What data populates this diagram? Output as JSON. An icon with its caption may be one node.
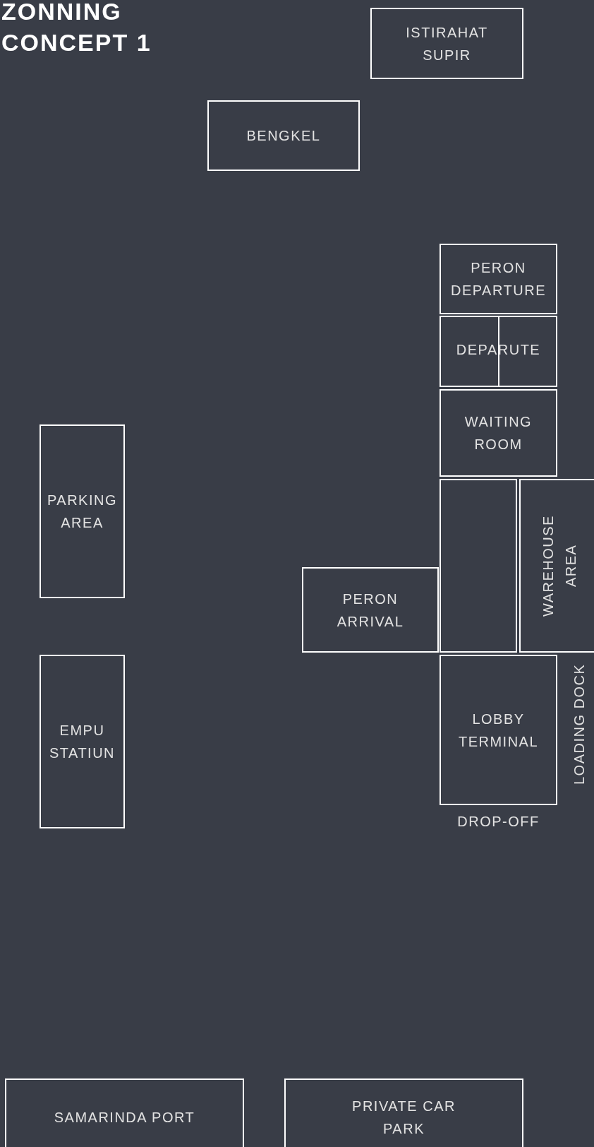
{
  "diagram": {
    "title": "ZONNING CONCEPT 1",
    "nodes": [
      {
        "text": [
          "ISTIRAHAT SUPIR"
        ]
      },
      {
        "text": [
          "BENGKEL"
        ]
      },
      {
        "text": [
          "PERON DEPARTURE"
        ]
      },
      {
        "text": [],
        "shape": "box"
      },
      {
        "text": [],
        "shape": "box"
      },
      {
        "text": [
          "WAITING ROOM"
        ]
      },
      {
        "text": [],
        "shape": "box"
      },
      {
        "text": [
          "WAREHOUSE AREA"
        ]
      },
      {
        "text": [
          "PARKING AREA"
        ]
      },
      {
        "text": [
          "PERON ARRIVAL"
        ]
      },
      {
        "text": [
          "LOBBY TERMINAL"
        ],
        "beside": [
          "DROP-OFF"
        ]
      },
      {
        "text": [
          "EMPU STATIUN"
        ]
      },
      {
        "text": [
          "SAMARINDA PORT"
        ]
      },
      {
        "text": [
          "PRIVATE CAR PARK"
        ]
      }
    ],
    "labels": [
      "DEPARUTE",
      "LOADING DOCK"
    ]
  }
}
